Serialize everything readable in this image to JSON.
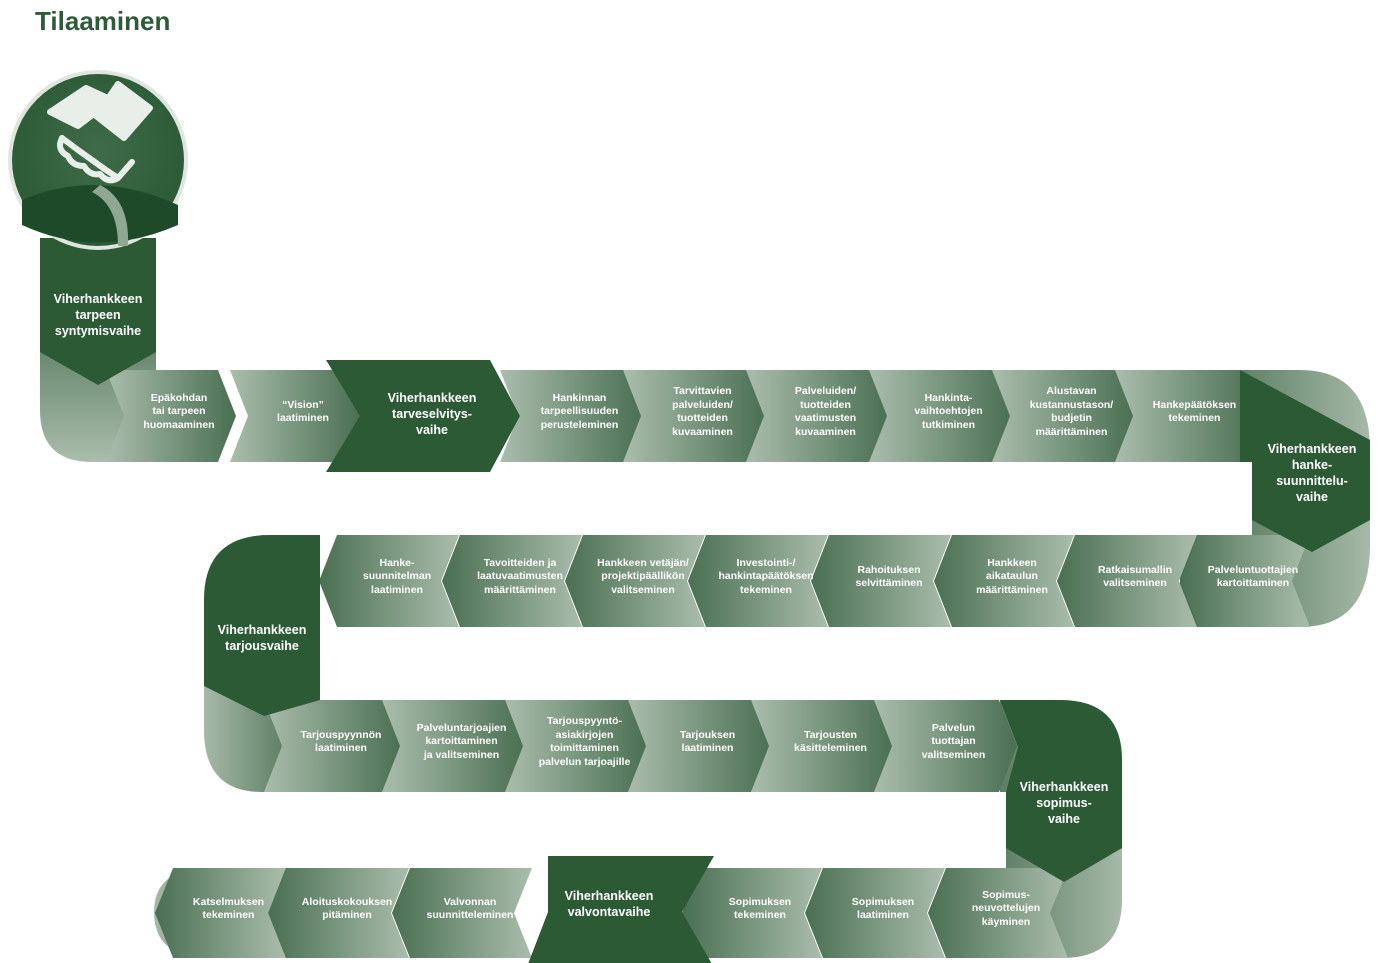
{
  "title": "Tilaaminen",
  "colors": {
    "dark": "#2c5a35",
    "mid": "#5a7d62",
    "light": "#a9bcab",
    "title": "#2e5a3a"
  },
  "icon": "handshake-icon",
  "phases": [
    "Viherhankkeen\ntarpeen\nsyntymisvaihe",
    "Viherhankkeen\ntarveselvitys-\nvaihe",
    "Viherhankkeen\nhanke-\nsuunnittelu-\nvaihe",
    "Viherhankkeen\ntarjousvaihe",
    "Viherhankkeen\nsopimus-\nvaihe",
    "Viherhankkeen\nvalvontavaihe"
  ],
  "rows": [
    [
      "Epäkohdan\ntai tarpeen\nhuomaaminen",
      "“Vision”\nlaatiminen"
    ],
    [
      "Hankinnan\ntarpeellisuuden\nperusteleminen",
      "Tarvittavien\npalveluiden/\ntuotteiden\nkuvaaminen",
      "Palveluiden/\ntuotteiden\nvaatimusten\nkuvaaminen",
      "Hankinta-\nvaihtoehtojen\ntutkiminen",
      "Alustavan\nkustannustason/\nbudjetin\nmäärittäminen",
      "Hankepäätöksen\ntekeminen"
    ],
    [
      "Palveluntuottajien\nkartoittaminen",
      "Ratkaisumallin\nvalitseminen",
      "Hankkeen\naikataulun\nmäärittäminen",
      "Rahoituksen\nselvittäminen",
      "Investointi-/\nhankintapäätöksen\ntekeminen",
      "Hankkeen vetäjän/\nprojektipäällikön\nvalitseminen",
      "Tavoitteiden ja\nlaatuvaatimusten\nmäärittäminen",
      "Hanke-\nsuunnitelman\nlaatiminen"
    ],
    [
      "Tarjouspyynnön\nlaatiminen",
      "Palveluntarjoajien\nkartoittaminen\nja valitseminen",
      "Tarjouspyyntö-\nasiakirjojen\ntoimittaminen\npalvelun tarjoajille",
      "Tarjouksen\nlaatiminen",
      "Tarjousten\nkäsitteleminen",
      "Palvelun\ntuottajan\nvalitseminen"
    ],
    [
      "Sopimus-\nneuvottelujen\nkäyminen",
      "Sopimuksen\nlaatiminen",
      "Sopimuksen\ntekeminen"
    ],
    [
      "Valvonnan\nsuunnitteleminen",
      "Aloituskokouksen\npitäminen",
      "Katselmuksen\ntekeminen"
    ]
  ]
}
